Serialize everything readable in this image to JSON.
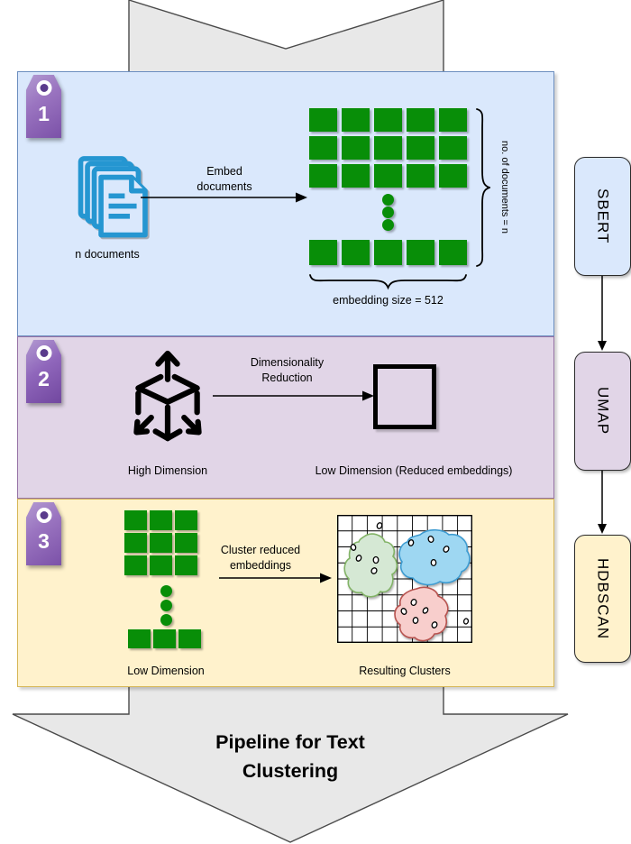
{
  "diagram_title": "Pipeline for Text\nClustering",
  "stage1": {
    "tag_number": "1",
    "documents_label": "n documents",
    "arrow_label": "Embed\ndocuments",
    "matrix": {
      "rows_brace_label": "no. of documents = n",
      "cols_brace_label": "embedding size = 512",
      "columns_shown": 5,
      "full_rows_shown": 3,
      "ellipsis_dots": 3,
      "trailing_rows_shown": 1
    },
    "model_label": "SBERT"
  },
  "stage2": {
    "tag_number": "2",
    "source_label": "High Dimension",
    "arrow_label": "Dimensionality\nReduction",
    "result_label": "Low Dimension (Reduced embeddings)",
    "model_label": "UMAP"
  },
  "stage3": {
    "tag_number": "3",
    "source_label": "Low Dimension",
    "arrow_label": "Cluster reduced\nembeddings",
    "result_label": "Resulting Clusters",
    "model_label": "HDBSCAN",
    "clusters_shown": 3,
    "outlier_points_shown": 2
  },
  "colors": {
    "stage1_fill": "#dae8fc",
    "stage1_border": "#6c8ebf",
    "stage2_fill": "#e1d5e7",
    "stage2_border": "#9673a6",
    "stage3_fill": "#fff2cc",
    "stage3_border": "#d6b656",
    "matrix_green": "#088e08",
    "document_blue": "#2596d1",
    "tag_purple": "#8b5fb8",
    "cluster_green_fill": "#d5e8d4",
    "cluster_green_stroke": "#82b366",
    "cluster_blue_fill": "#9ed7f2",
    "cluster_blue_stroke": "#3d9bd1",
    "cluster_pink_fill": "#f8cecc",
    "cluster_pink_stroke": "#b85450",
    "big_arrow_fill": "#e8e8e8"
  }
}
